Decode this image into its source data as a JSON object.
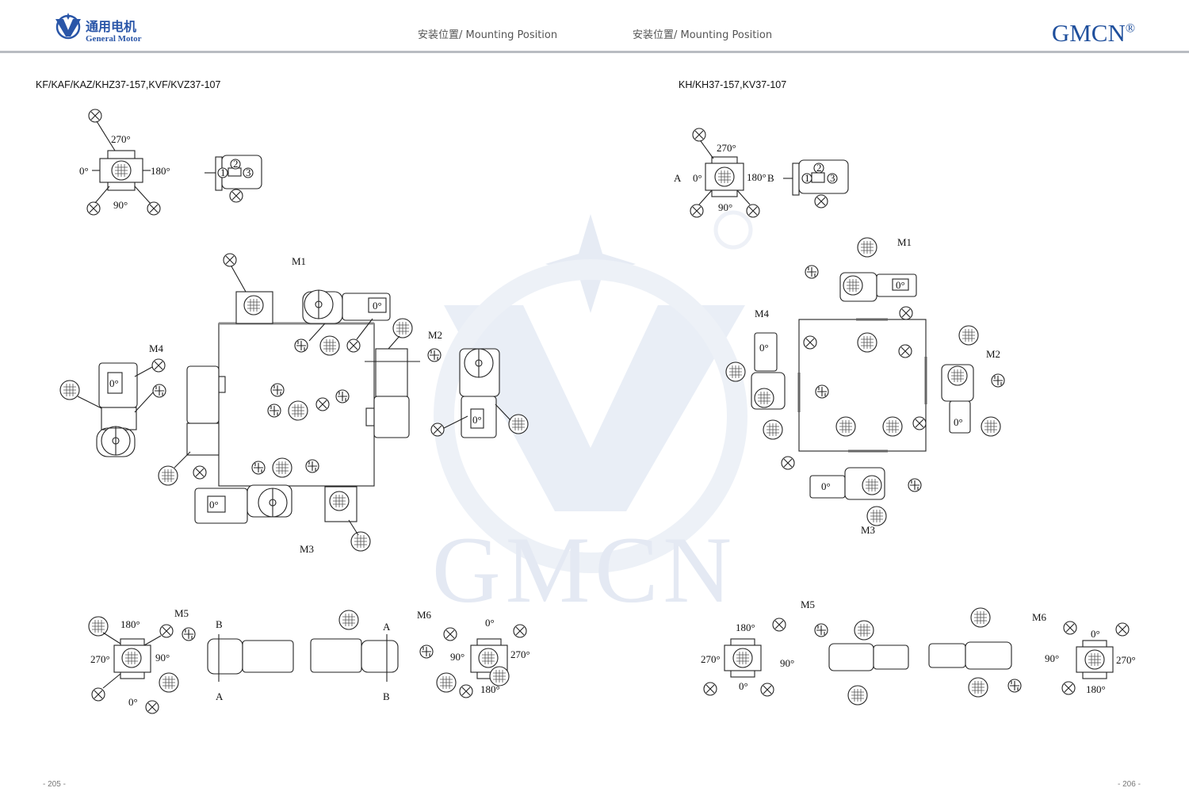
{
  "header": {
    "logo_cn": "通用电机",
    "logo_en": "General Motor",
    "title_left": "安装位置/ Mounting Position",
    "title_right": "安装位置/ Mounting Position",
    "brand": "GMCN",
    "brand_mark": "®"
  },
  "watermark": {
    "text": "GMCN"
  },
  "left": {
    "series": "KF/KAF/KAZ/KHZ37-157,KVF/KVZ37-107",
    "angles": {
      "a270": "270°",
      "a0": "0°",
      "a180": "180°",
      "a90": "90°"
    },
    "callouts": {
      "c1": "1",
      "c2": "2",
      "c3": "3"
    },
    "positions": {
      "m1": "M1",
      "m2": "M2",
      "m3": "M3",
      "m4": "M4",
      "m5": "M5",
      "m6": "M6"
    },
    "motor_zero": "0°",
    "sides": {
      "a": "A",
      "b": "B"
    },
    "page_number": "- 205 -"
  },
  "right": {
    "series": "KH/KH37-157,KV37-107",
    "angles": {
      "a270": "270°",
      "a0": "0°",
      "a180": "180°",
      "a90": "90°"
    },
    "callouts": {
      "c1": "1",
      "c2": "2",
      "c3": "3"
    },
    "sides": {
      "a": "A",
      "b": "B"
    },
    "positions": {
      "m1": "M1",
      "m2": "M2",
      "m3": "M3",
      "m4": "M4",
      "m5": "M5",
      "m6": "M6"
    },
    "motor_zero": "0°",
    "page_number": "- 206 -"
  }
}
